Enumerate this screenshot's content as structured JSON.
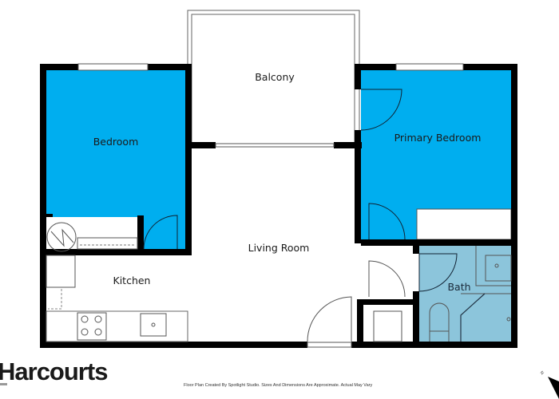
{
  "rooms": {
    "balcony": "Balcony",
    "bedroom": "Bedroom",
    "primary_bedroom": "Primary Bedroom",
    "living_room": "Living Room",
    "kitchen": "Kitchen",
    "bath": "Bath"
  },
  "footer": {
    "brand": "Harcourts",
    "disclaimer": "Floor Plan Created By Spotlight Studio. Sizes And Dimensions Are Approximate. Actual May Vary",
    "compass_label": "N"
  },
  "colors": {
    "bedroom_fill": "#00AEEF",
    "bath_fill": "#8CC5DB",
    "wall": "#000000"
  }
}
